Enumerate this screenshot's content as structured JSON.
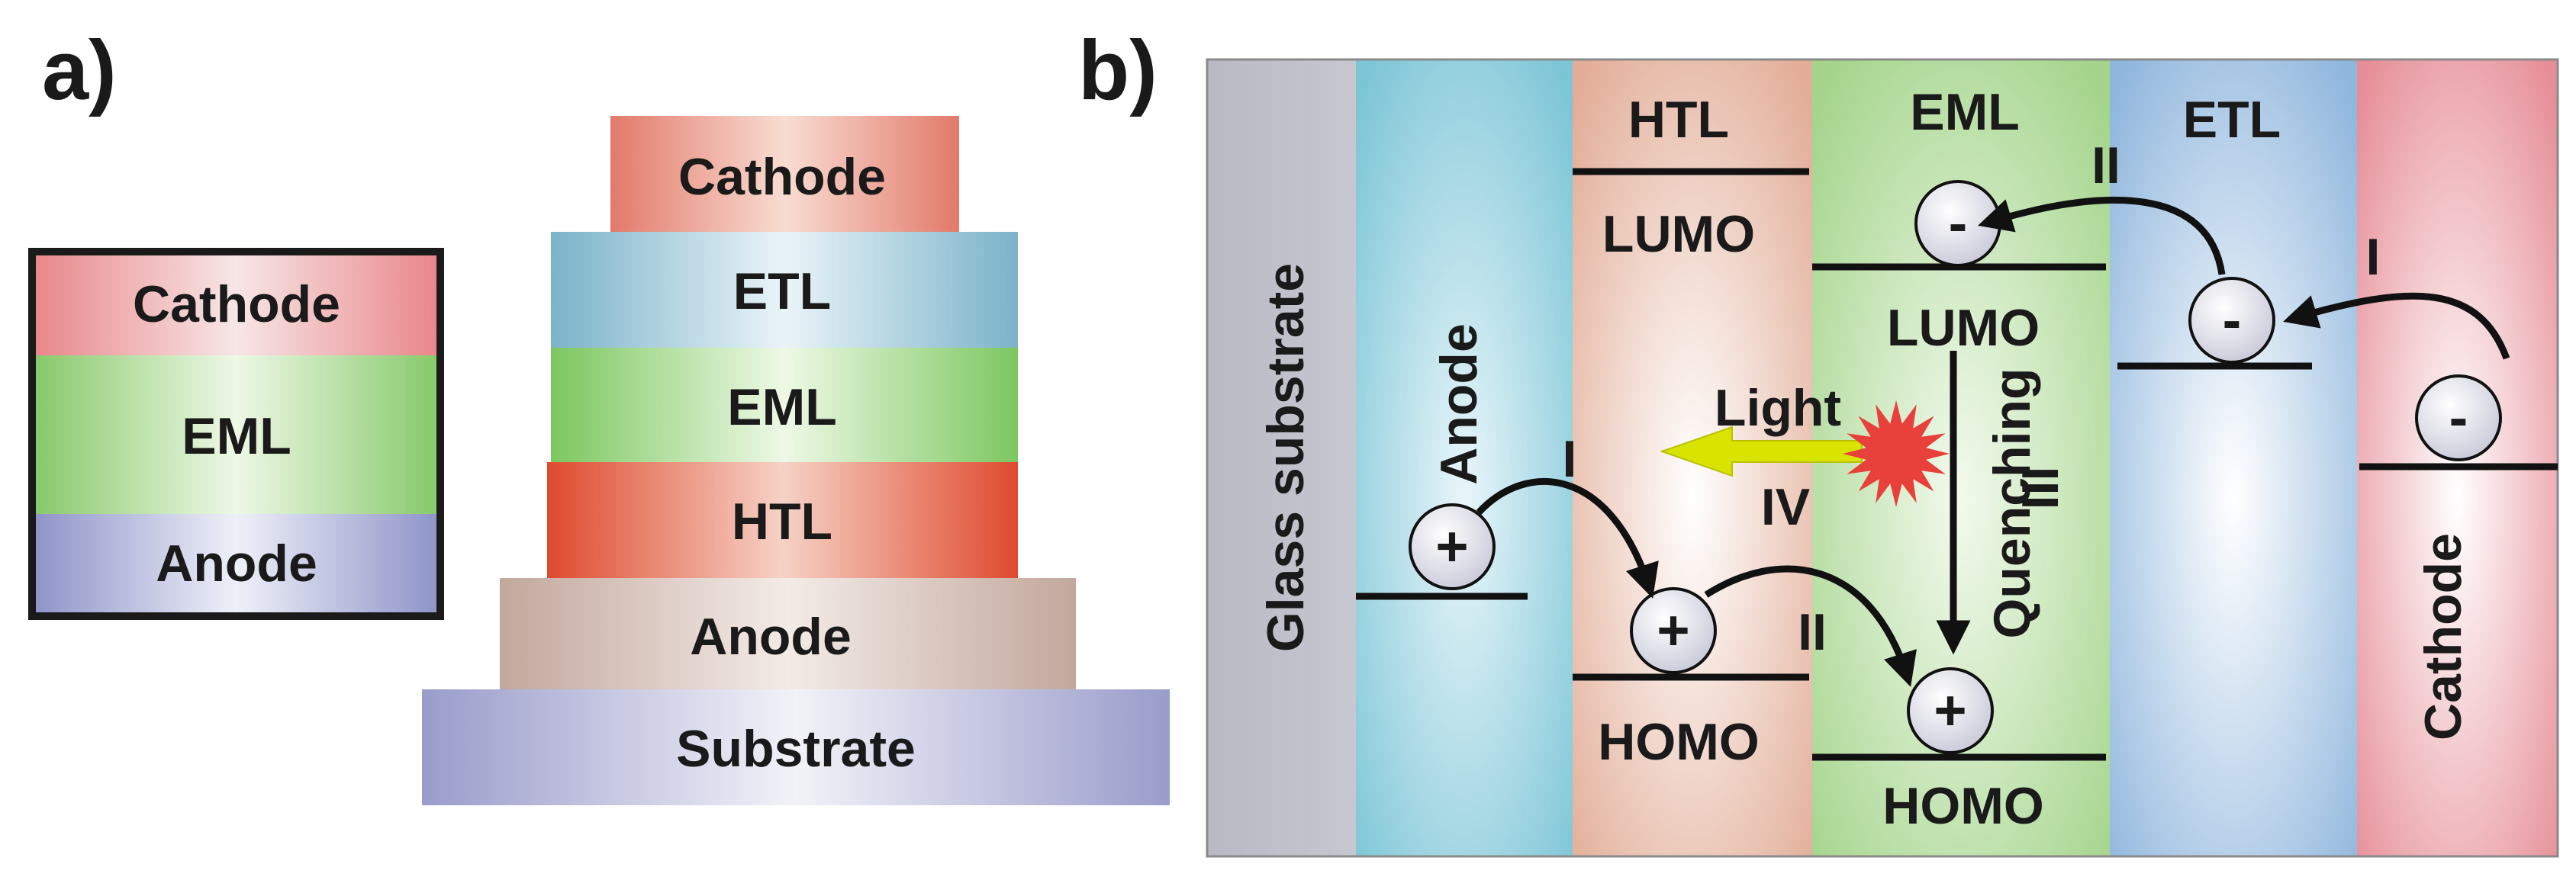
{
  "panel_a": {
    "label": "a)",
    "simple_stack": [
      "Cathode",
      "EML",
      "Anode"
    ],
    "pyramid_stack": [
      "Cathode",
      "ETL",
      "EML",
      "HTL",
      "Anode",
      "Substrate"
    ]
  },
  "panel_b": {
    "label": "b)",
    "layers": [
      "Glass substrate",
      "Anode",
      "HTL",
      "EML",
      "ETL",
      "Cathode"
    ],
    "levels": {
      "htl_lumo": "LUMO",
      "htl_homo": "HOMO",
      "eml_lumo": "LUMO",
      "eml_homo": "HOMO"
    },
    "light_label": "Light",
    "process_steps": {
      "step_1_hole": "I",
      "step_1_electron": "I",
      "step_2_hole": "II",
      "step_2_electron": "II",
      "step_3": "III",
      "step_4": "IV"
    },
    "quenching_label": "Quenching",
    "electron_sign": "-",
    "hole_sign": "+"
  },
  "colors": {
    "cathode": "#e79a9c",
    "etl": "#8fb8d8",
    "eml": "#a8d68a",
    "htl": "#dd5a40",
    "anode": "#c9b1a6",
    "substrate": "#a6a6cc",
    "light_arrow": "#d8e400",
    "flash": "#e8403a"
  }
}
